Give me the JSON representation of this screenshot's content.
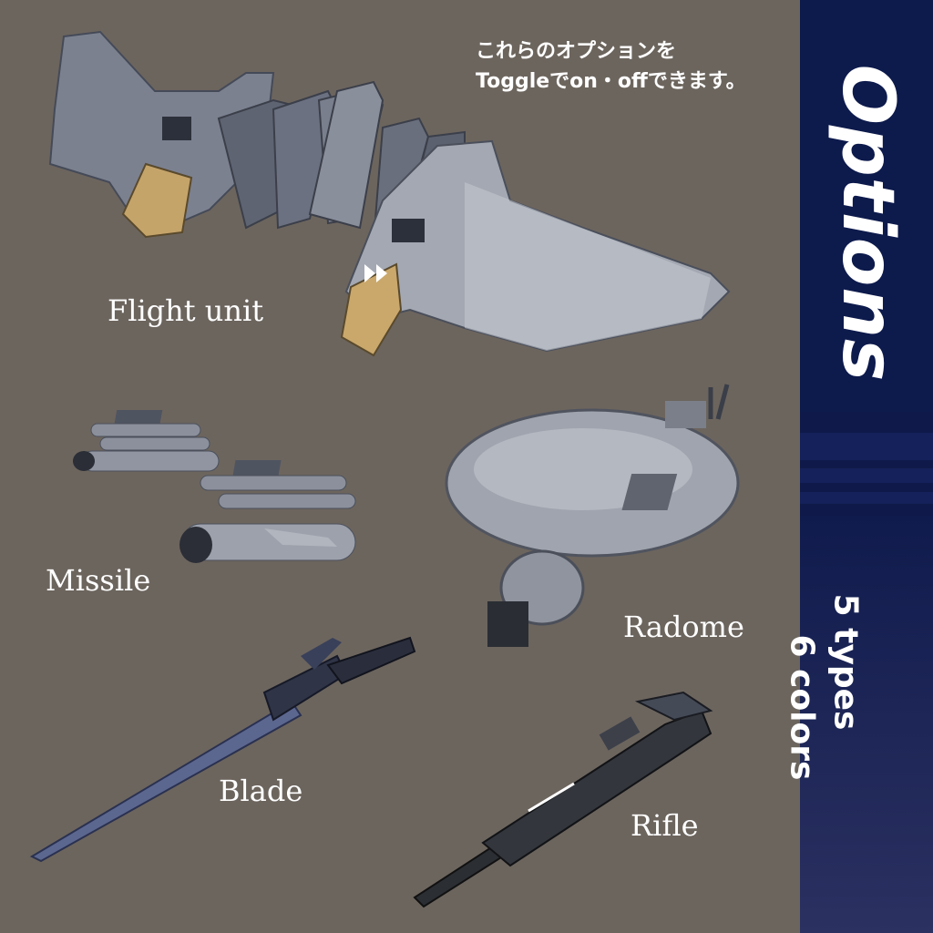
{
  "note": {
    "line1": "これらのオプションを",
    "line2": "Toggleでon・offできます。"
  },
  "labels": {
    "flight_unit": "Flight unit",
    "missile": "Missile",
    "radome": "Radome",
    "blade": "Blade",
    "rifle": "Rifle"
  },
  "side": {
    "title": "Options",
    "types_line1": "5 types",
    "types_line2": "6 colors"
  },
  "colors": {
    "background": "#6c655e",
    "panel": "#0d1a4c",
    "text": "#ffffff"
  }
}
